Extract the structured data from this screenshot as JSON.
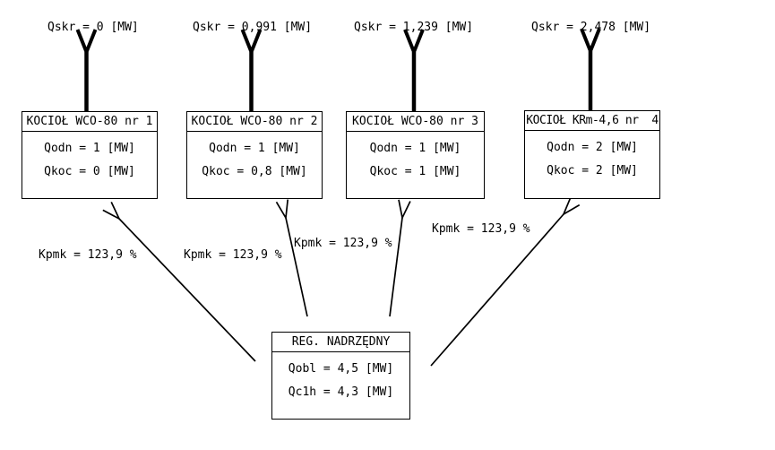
{
  "boilers": [
    {
      "title": "KOCIOŁ WCO-80 nr 1",
      "qskr": "Qskr = 0 [MW]",
      "qodn": "Qodn = 1 [MW]",
      "qkoc": "Qkoc = 0 [MW]",
      "kpmk": "Kpmk = 123,9 %"
    },
    {
      "title": "KOCIOŁ WCO-80 nr 2",
      "qskr": "Qskr = 0,991 [MW]",
      "qodn": "Qodn = 1 [MW]",
      "qkoc": "Qkoc = 0,8 [MW]",
      "kpmk": "Kpmk = 123,9 %"
    },
    {
      "title": "KOCIOŁ WCO-80 nr 3",
      "qskr": "Qskr = 1,239 [MW]",
      "qodn": "Qodn = 1 [MW]",
      "qkoc": "Qkoc = 1 [MW]",
      "kpmk": "Kpmk = 123,9 %"
    },
    {
      "title": "KOCIOŁ KRm-4,6 nr  4",
      "qskr": "Qskr = 2,478 [MW]",
      "qodn": "Qodn = 2 [MW]",
      "qkoc": "Qkoc = 2 [MW]",
      "kpmk": "Kpmk = 123,9 %"
    }
  ],
  "regulator": {
    "title": "REG. NADRZĘDNY",
    "qobl": "Qobl = 4,5 [MW]",
    "qc1h": "Qc1h = 4,3 [MW]"
  },
  "colors": {
    "line": "#000000",
    "background": "#ffffff",
    "text": "#000000"
  }
}
